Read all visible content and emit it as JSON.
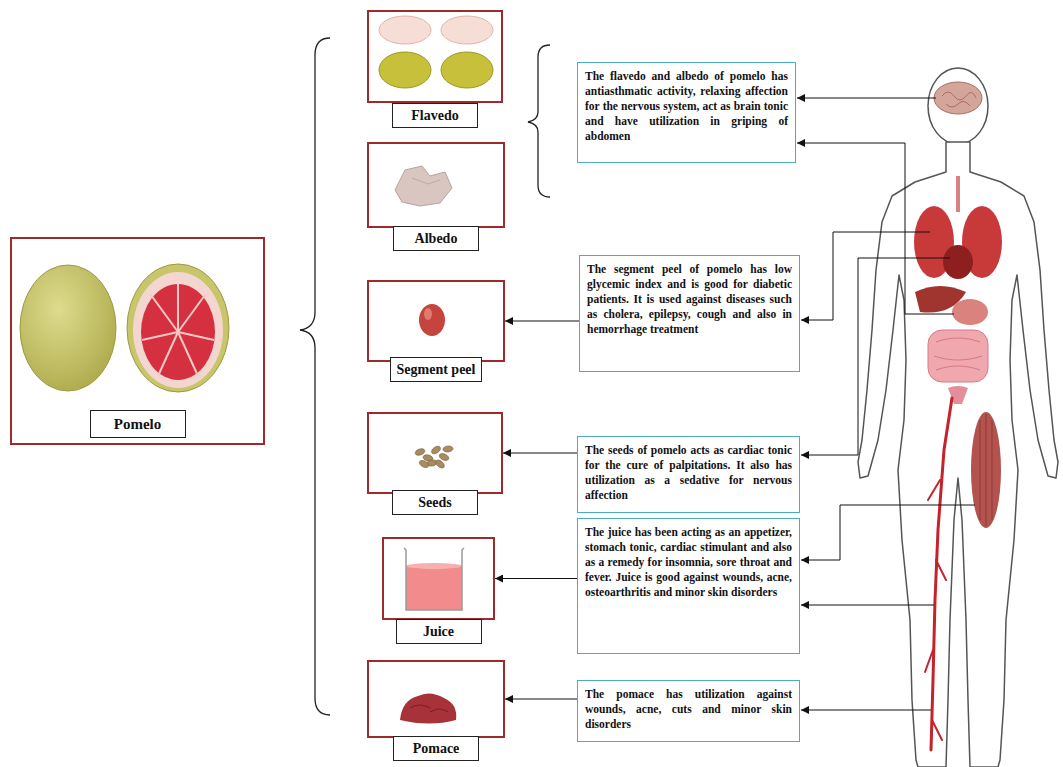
{
  "diagram": {
    "nodes": [
      {
        "text": [
          "Pomelo"
        ]
      },
      {
        "text": [
          "Flavedo"
        ]
      },
      {
        "text": [
          "Albedo"
        ]
      },
      {
        "text": [
          "Segment peel"
        ]
      },
      {
        "text": [
          "Seeds"
        ]
      },
      {
        "text": [
          "Juice"
        ]
      },
      {
        "text": [
          "Pomace"
        ]
      },
      {
        "text": [
          "The flavedo and albedo of pomelo has antiasthmatic activity, relaxing affection for the nervous system, act as brain tonic and have utilization in griping of abdomen"
        ]
      },
      {
        "text": [
          "The segment peel of pomelo has low glycemic index and is good for diabetic patients. It is used against diseases such as cholera, epilepsy, cough and also in hemorrhage treatment"
        ]
      },
      {
        "text": [
          "The seeds of pomelo acts as cardiac tonic for the cure of palpitations. It also has utilization as a sedative for nervous affection"
        ]
      },
      {
        "text": [
          "The juice has been acting as an appetizer, stomach tonic, cardiac stimulant and also as a remedy for insomnia, sore throat and fever. Juice is good against wounds, acne, osteoarthritis and minor skin disorders"
        ]
      },
      {
        "text": [
          "The pomace has utilization against wounds, acne, cuts and minor skin disorders"
        ]
      }
    ],
    "edges": [
      {
        "from": 8,
        "to": 3,
        "arrow": "to"
      },
      {
        "from": 9,
        "to": 4,
        "arrow": "to"
      },
      {
        "from": 10,
        "to": 5,
        "arrow": "to"
      },
      {
        "from": 11,
        "to": 6,
        "arrow": "to"
      }
    ]
  }
}
